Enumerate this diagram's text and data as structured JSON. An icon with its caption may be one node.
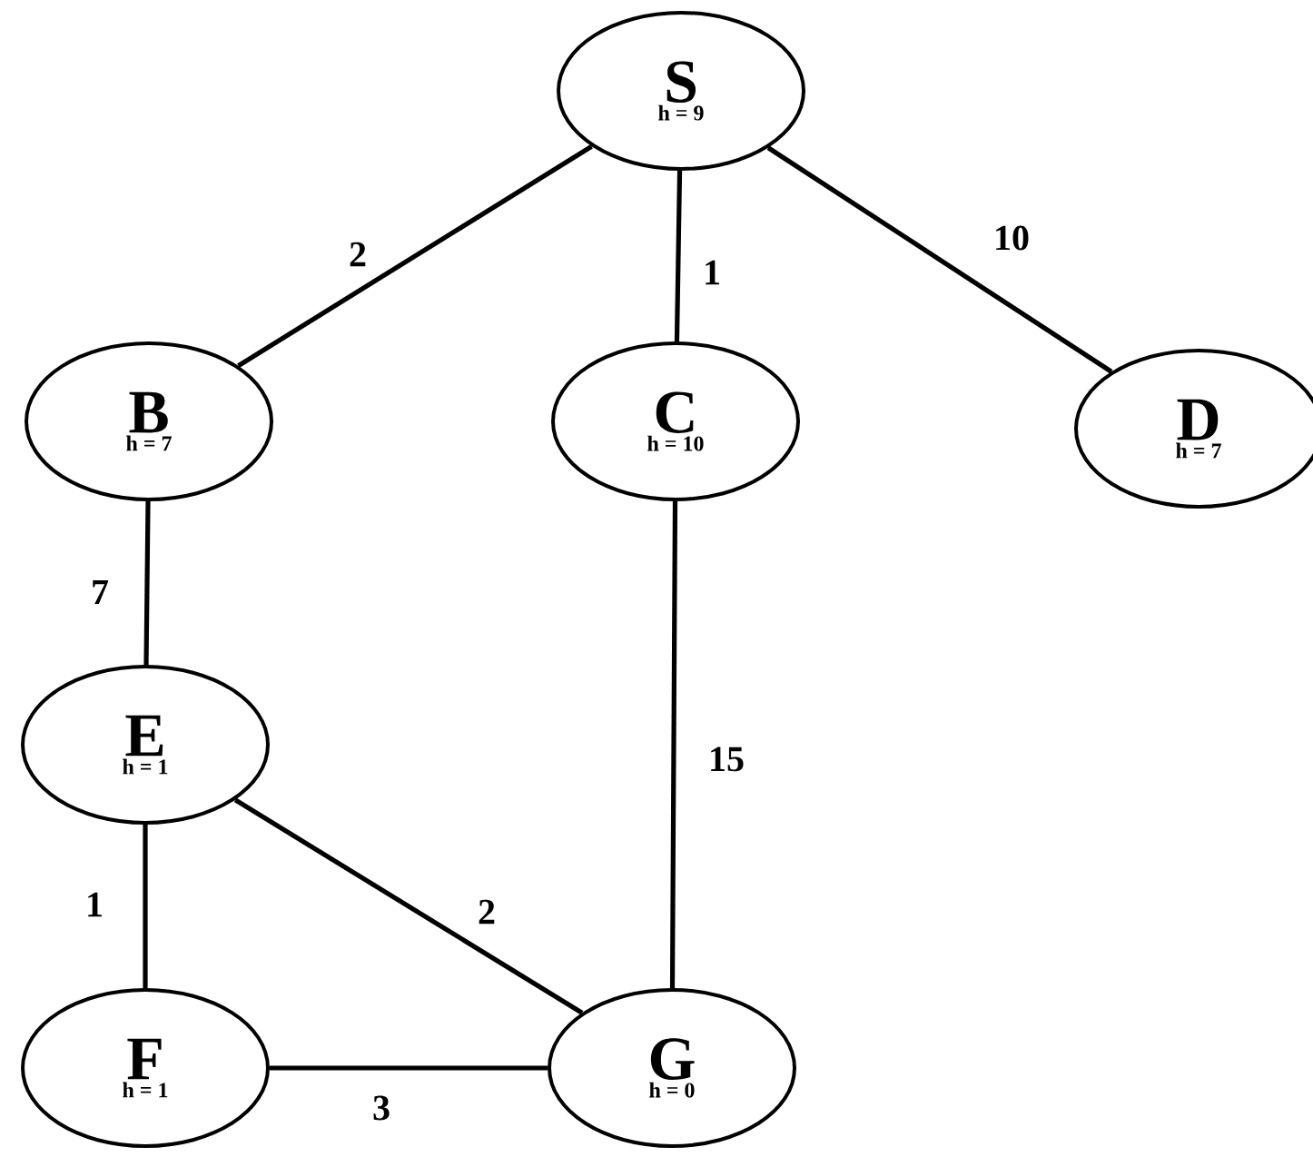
{
  "diagram": {
    "nodes": [
      {
        "text": [
          "S",
          "h = 9"
        ]
      },
      {
        "text": [
          "B",
          "h = 7"
        ]
      },
      {
        "text": [
          "C",
          "h = 10"
        ]
      },
      {
        "text": [
          "D",
          "h = 7"
        ]
      },
      {
        "text": [
          "E",
          "h = 1"
        ]
      },
      {
        "text": [
          "F",
          "h = 1"
        ]
      },
      {
        "text": [
          "G",
          "h = 0"
        ]
      }
    ],
    "edges": [
      {
        "from": 0,
        "to": 1,
        "arrow": "none",
        "label": "2"
      },
      {
        "from": 0,
        "to": 2,
        "arrow": "none",
        "label": "1"
      },
      {
        "from": 0,
        "to": 3,
        "arrow": "none",
        "label": "10"
      },
      {
        "from": 1,
        "to": 4,
        "arrow": "none",
        "label": "7"
      },
      {
        "from": 2,
        "to": 6,
        "arrow": "none",
        "label": "15"
      },
      {
        "from": 4,
        "to": 5,
        "arrow": "none",
        "label": "1"
      },
      {
        "from": 4,
        "to": 6,
        "arrow": "none",
        "label": "2"
      },
      {
        "from": 5,
        "to": 6,
        "arrow": "none",
        "label": "3"
      }
    ]
  }
}
